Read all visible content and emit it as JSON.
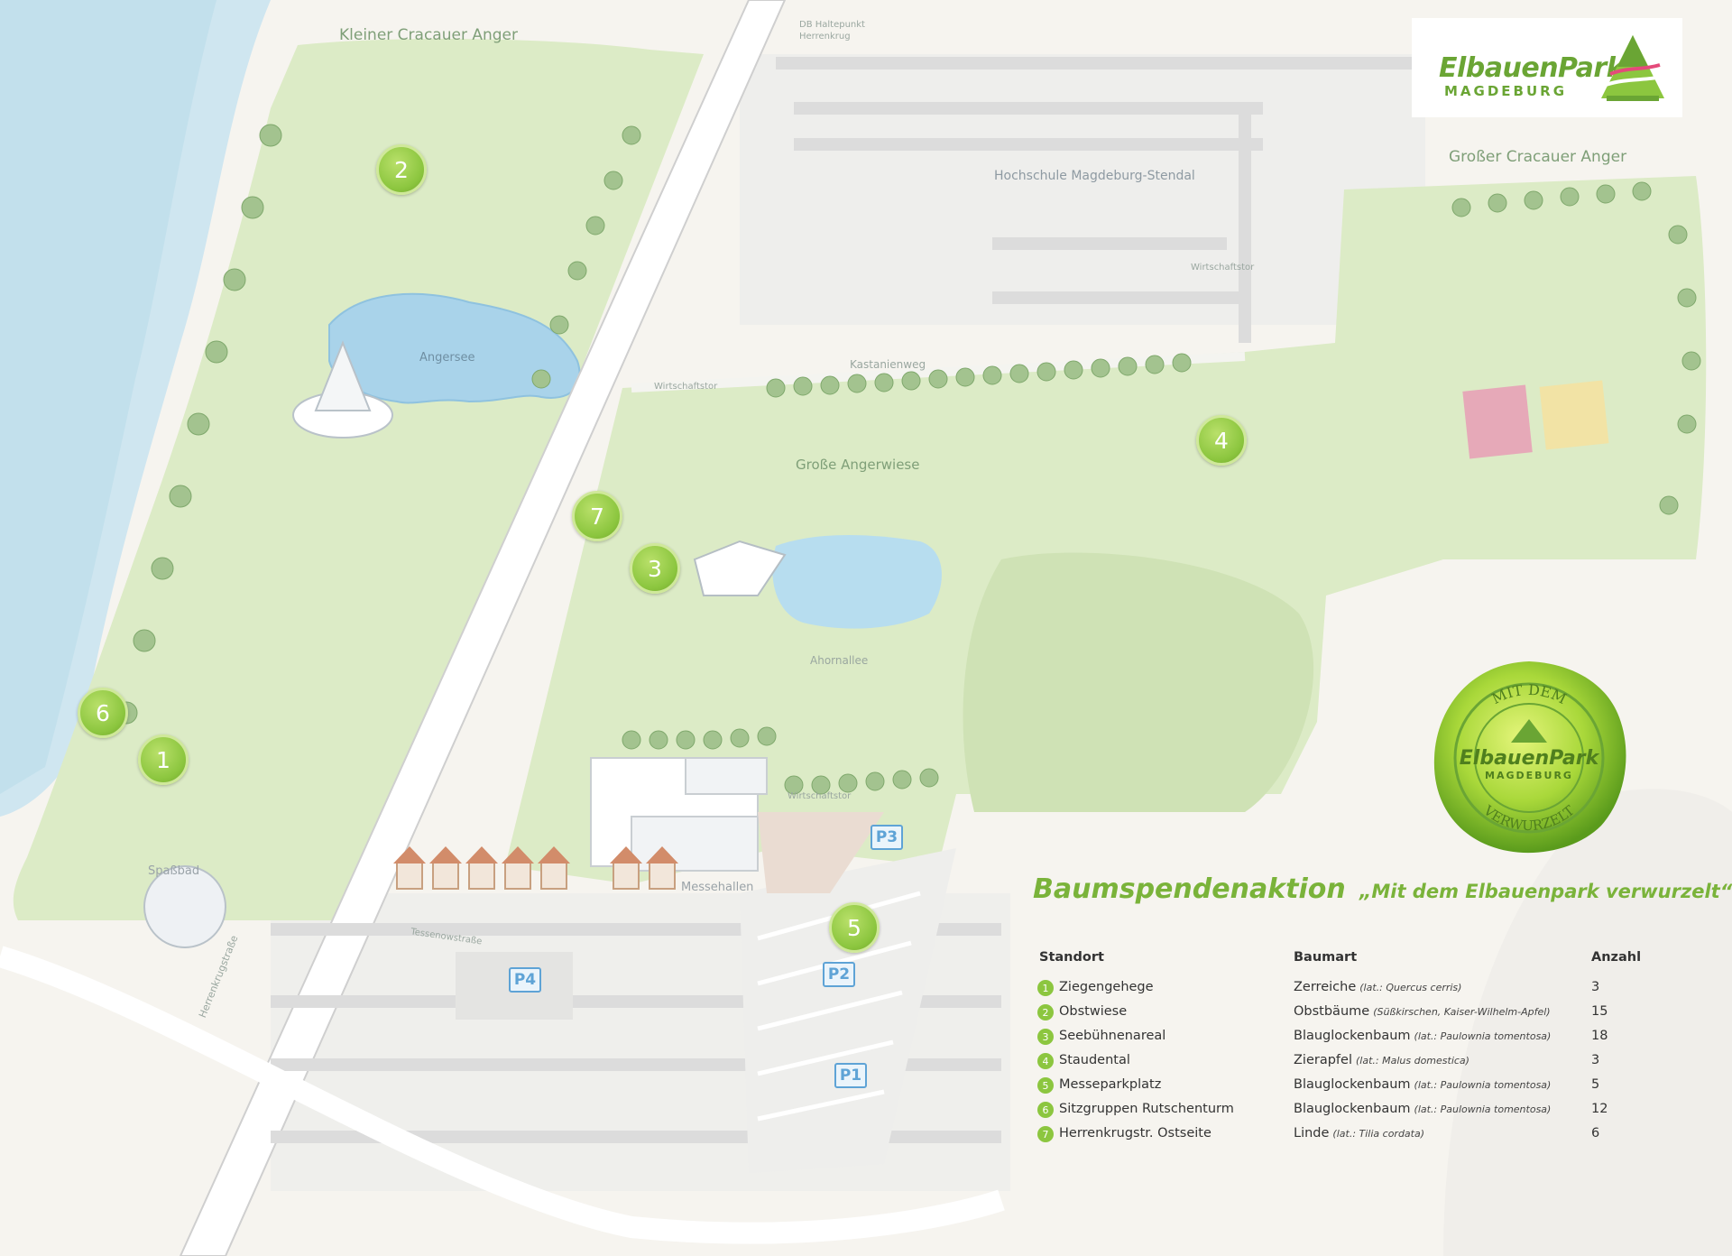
{
  "logo": {
    "name": "ElbauenPark",
    "city": "MAGDEBURG"
  },
  "seal": {
    "top": "MIT DEM",
    "brand": "ElbauenPark",
    "city": "MAGDEBURG",
    "bottom": "VERWURZELT"
  },
  "places": {
    "kleiner_anger": "Kleiner Cracauer Anger",
    "grosser_anger": "Großer Cracauer Anger",
    "hochschule": "Hochschule Magdeburg-Stendal",
    "haltepunkt_1": "DB Haltepunkt",
    "haltepunkt_2": "Herrenkrug",
    "angersee": "Angersee",
    "angerwiese": "Große Angerwiese",
    "kastanienweg": "Kastanienweg",
    "ahornallee": "Ahornallee",
    "spassbad": "Spaßbad",
    "messehallen": "Messehallen",
    "wirtschaftstor": "Wirtschaftstor",
    "tessenowstrasse": "Tessenowstraße",
    "herrenkrugstrasse": "Herrenkrugstraße"
  },
  "parking": [
    "P1",
    "P2",
    "P3",
    "P4"
  ],
  "markers": [
    "1",
    "2",
    "3",
    "4",
    "5",
    "6",
    "7"
  ],
  "campaign": {
    "title": "Baumspendenaktion",
    "subtitle": "„Mit dem Elbauenpark verwurzelt“"
  },
  "legend": {
    "headers": {
      "site": "Standort",
      "tree": "Baumart",
      "count": "Anzahl"
    },
    "rows": [
      {
        "num": "1",
        "site": "Ziegengehege",
        "tree": "Zerreiche",
        "latin": "(lat.: Quercus cerris)",
        "count": "3"
      },
      {
        "num": "2",
        "site": "Obstwiese",
        "tree": "Obstbäume",
        "latin": "(Süßkirschen, Kaiser-Wilhelm-Apfel)",
        "count": "15"
      },
      {
        "num": "3",
        "site": "Seebühnenareal",
        "tree": "Blauglockenbaum",
        "latin": "(lat.: Paulownia tomentosa)",
        "count": "18"
      },
      {
        "num": "4",
        "site": "Staudental",
        "tree": "Zierapfel",
        "latin": "(lat.: Malus domestica)",
        "count": "3"
      },
      {
        "num": "5",
        "site": "Messeparkplatz",
        "tree": "Blauglockenbaum",
        "latin": "(lat.: Paulownia tomentosa)",
        "count": "5"
      },
      {
        "num": "6",
        "site": "Sitzgruppen Rutschenturm",
        "tree": "Blauglockenbaum",
        "latin": "(lat.: Paulownia tomentosa)",
        "count": "12"
      },
      {
        "num": "7",
        "site": "Herrenkrugstr. Ostseite",
        "tree": "Linde",
        "latin": "(lat.: Tilia cordata)",
        "count": "6"
      }
    ]
  }
}
